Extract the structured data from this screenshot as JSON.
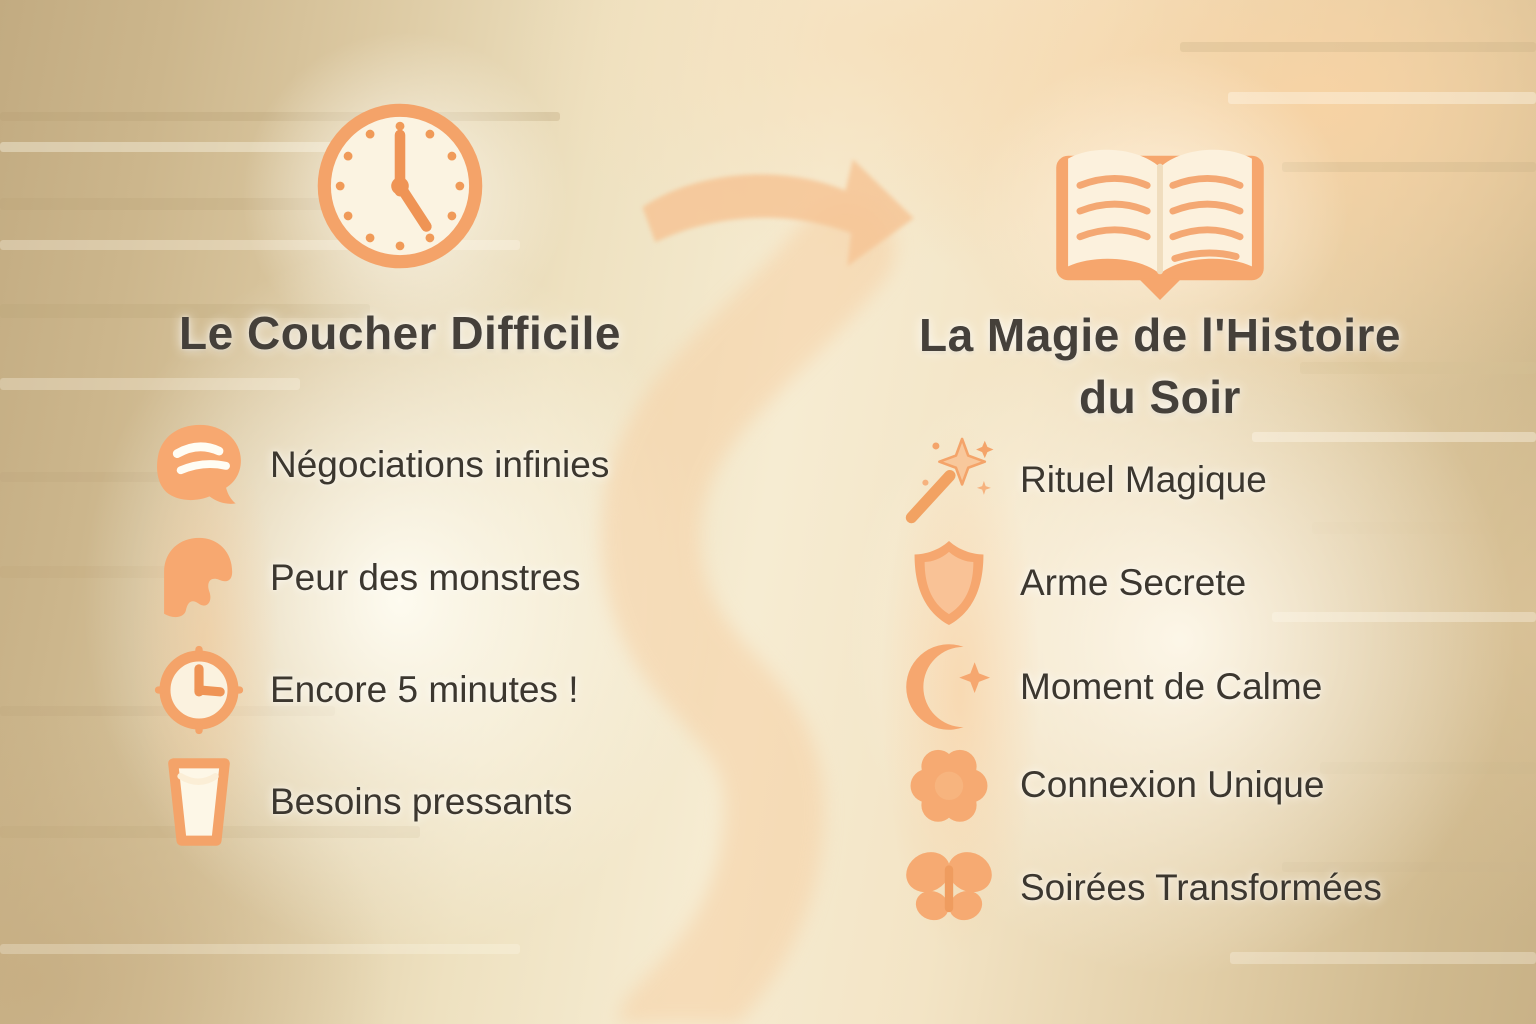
{
  "colors": {
    "icon_orange": "#f7a870",
    "icon_orange_deep": "#ef9a59",
    "icon_cream": "#fbf2df",
    "title_text": "#45403a",
    "body_text": "#3c372f",
    "background_tan": "#c9b287",
    "background_cream": "#f6ecd2",
    "background_peach": "#f8d3a4"
  },
  "left_column": {
    "header_icon": "clock-icon",
    "title": "Le Coucher Difficile",
    "items": [
      {
        "icon": "speech-bubble-icon",
        "label": "Négociations infinies"
      },
      {
        "icon": "monster-icon",
        "label": "Peur des monstres"
      },
      {
        "icon": "clock-small-icon",
        "label": "Encore 5 minutes !"
      },
      {
        "icon": "water-glass-icon",
        "label": "Besoins pressants"
      }
    ]
  },
  "center": {
    "divider_icon": "arrow-right-icon",
    "swoosh": "s-curve-swoosh"
  },
  "right_column": {
    "header_icon": "open-book-icon",
    "title_line1": "La Magie de l'Histoire",
    "title_line2": "du Soir",
    "items": [
      {
        "icon": "magic-wand-icon",
        "label": "Rituel Magique"
      },
      {
        "icon": "shield-icon",
        "label": "Arme Secrete"
      },
      {
        "icon": "crescent-moon-icon",
        "label": "Moment de Calme"
      },
      {
        "icon": "flower-icon",
        "label": "Connexion Unique"
      },
      {
        "icon": "butterfly-icon",
        "label": "Soirées Transformées"
      }
    ]
  }
}
